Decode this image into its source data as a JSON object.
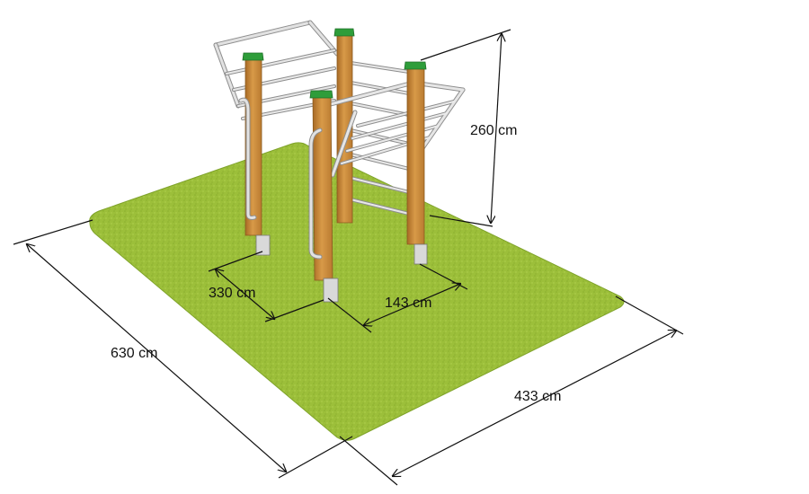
{
  "dimensions": {
    "height": "260 cm",
    "bay_depth": "330 cm",
    "bay_width": "143 cm",
    "safety_length": "630 cm",
    "safety_width": "433 cm"
  },
  "colors": {
    "surface": "#9cbf3a",
    "surface_edge": "#7fa32a",
    "post_wood": "#c9893a",
    "post_wood_dark": "#a86a25",
    "post_cap": "#2e9d3a",
    "steel": "#d7d7d7",
    "steel_dark": "#8e8e8e",
    "dimension_line": "#111111"
  }
}
